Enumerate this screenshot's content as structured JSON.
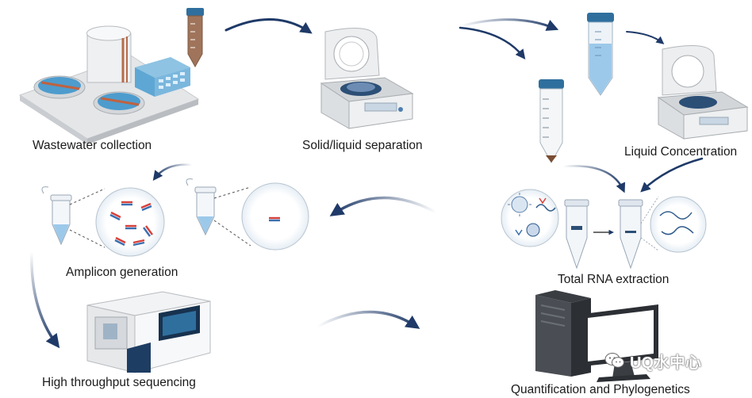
{
  "steps": {
    "wastewater_collection": "Wastewater collection",
    "solid_liquid_separation": "Solid/liquid separation",
    "liquid_concentration": "Liquid Concentration",
    "total_rna_extraction": "Total RNA extraction",
    "amplicon_generation": "Amplicon generation",
    "high_throughput_sequencing": "High throughput sequencing",
    "quantification_phylogenetics": "Quantification and Phylogenetics"
  },
  "watermark": {
    "text": "UQ水中心"
  },
  "colors": {
    "arrow": "#1f3a68",
    "tube_cap": "#2f6f9e",
    "liquid": "#9cc9ea",
    "primer_red": "#d8403a",
    "primer_blue": "#3b6fb0",
    "device_gray": "#e6e8ea"
  },
  "icons": [
    "treatment-plant-icon",
    "centrifuge-icon",
    "falcon-tube-icon",
    "pcr-tube-icon",
    "sequencer-icon",
    "computer-icon",
    "wechat-icon"
  ]
}
